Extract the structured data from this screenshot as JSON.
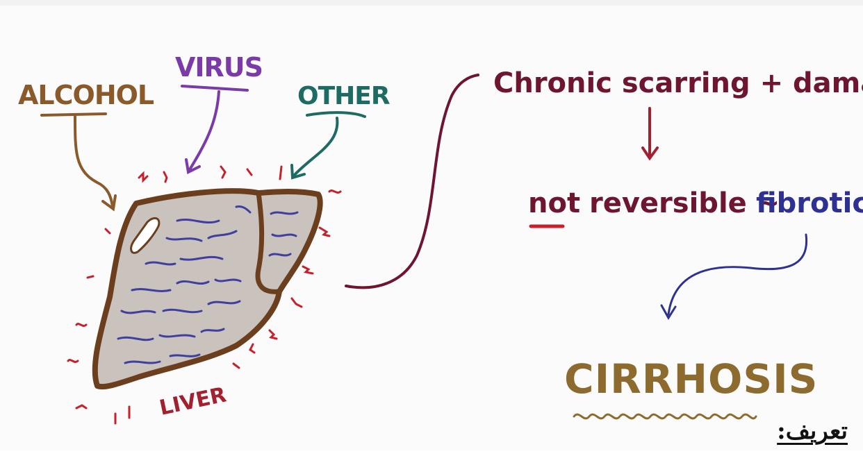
{
  "labels": {
    "alcohol": "ALCOHOL",
    "virus": "VIRUS",
    "other": "OTHER",
    "liver": "LIVER",
    "chronic": "Chronic scarring + damage",
    "not": "not",
    "reversible": "reversible ~",
    "fibrotic": "fibrotic",
    "cirrhosis": "CIRRHOSIS",
    "footer": "تعريف:"
  },
  "colors": {
    "alcohol": "#8a5a2b",
    "virus": "#7a3aa8",
    "other": "#1e6b63",
    "maroon": "#6e1530",
    "blue": "#2e3192",
    "cirrhosis": "#8d6a2e",
    "liver_fill": "#c9c2bd",
    "liver_outline": "#6b3f1e",
    "veins": "#3e3f9e",
    "pain_marks": "#c8202b"
  }
}
